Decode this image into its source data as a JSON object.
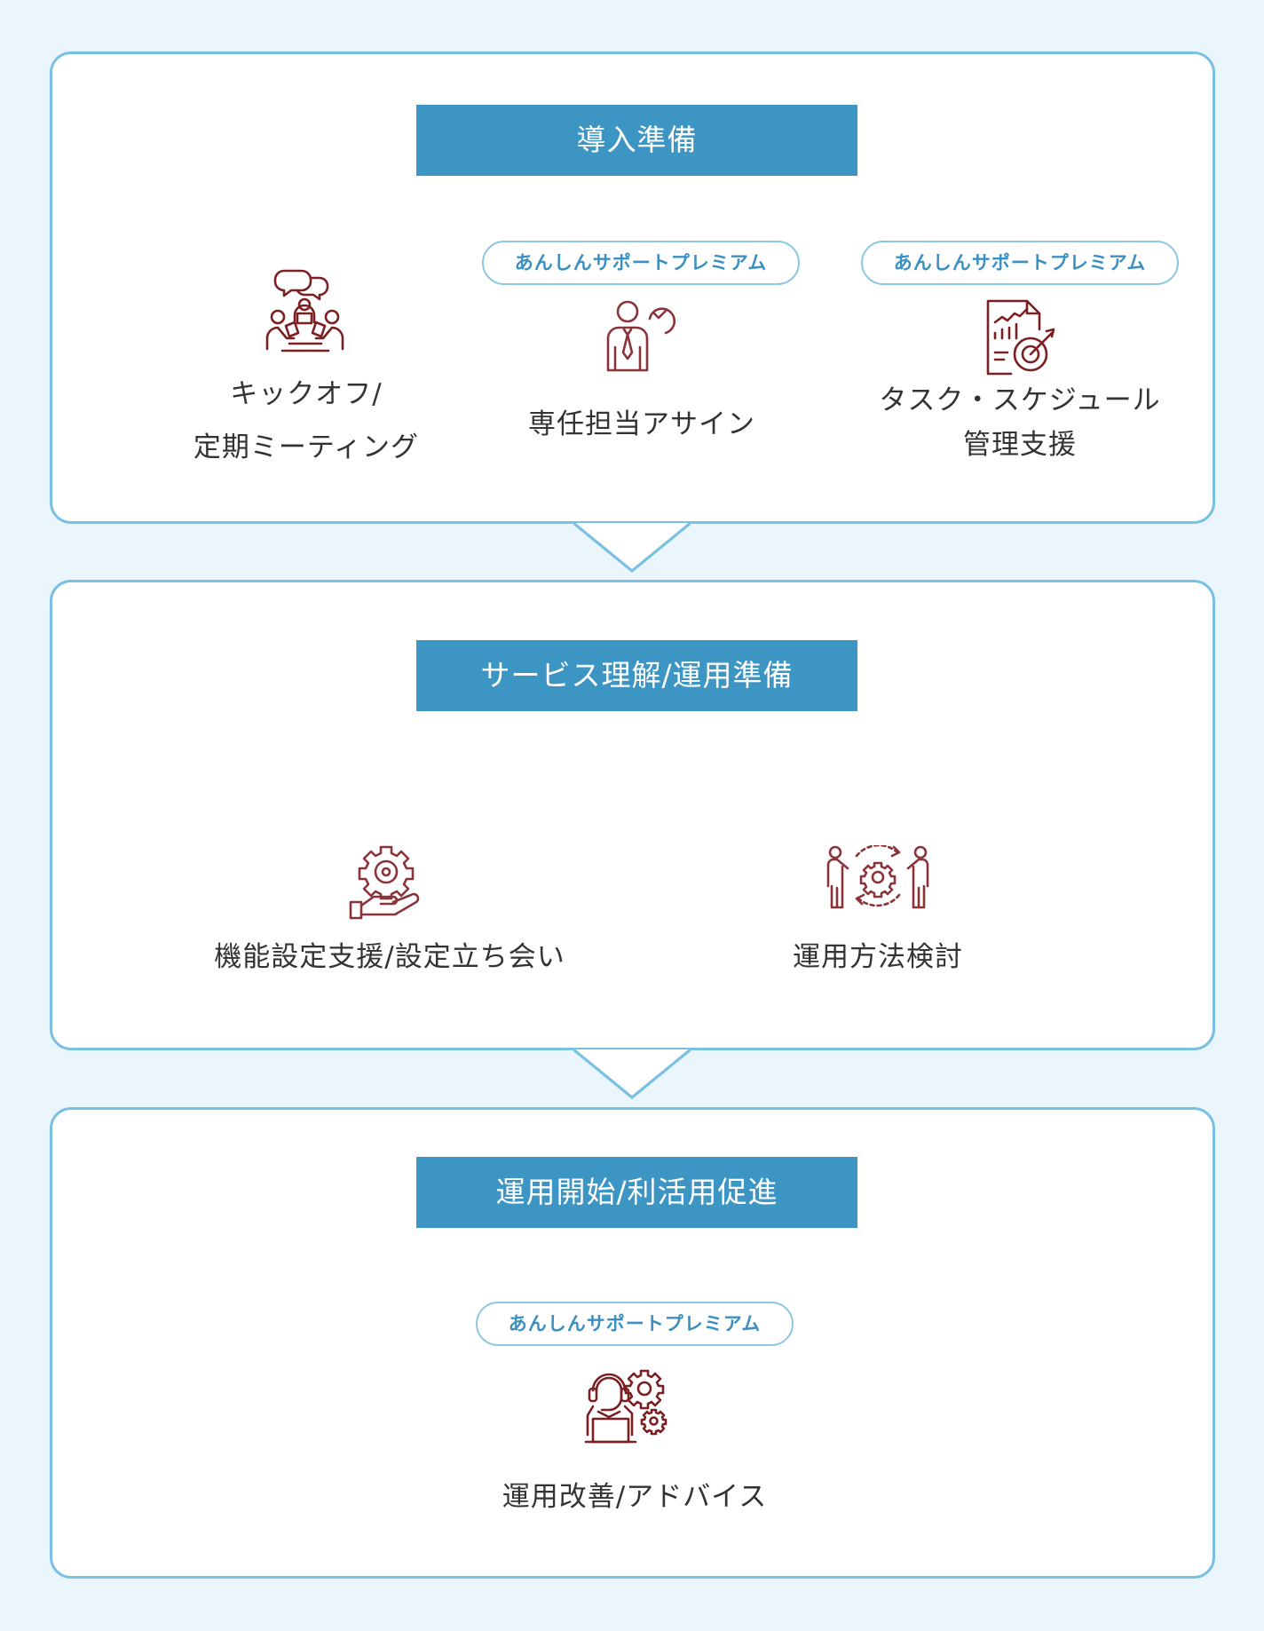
{
  "colors": {
    "page_background": "#eaf5fc",
    "card_border": "#7ac0e3",
    "header_background": "#3d95c3",
    "header_text": "#ffffff",
    "badge_text": "#3b8fc1",
    "badge_border": "#8cc6e3",
    "icon_stroke": "#8a343a",
    "label_text": "#333333"
  },
  "stages": [
    {
      "title": "導入準備",
      "items": [
        {
          "icon": "meeting-icon",
          "badge": null,
          "label_lines": [
            "キックオフ/",
            "定期ミーティング"
          ]
        },
        {
          "icon": "dedicated-staff-icon",
          "badge": "あんしんサポートプレミアム",
          "label_lines": [
            "専任担当アサイン"
          ]
        },
        {
          "icon": "task-schedule-icon",
          "badge": "あんしんサポートプレミアム",
          "label_lines": [
            "タスク・スケジュール",
            "管理支援"
          ]
        }
      ]
    },
    {
      "title": "サービス理解/運用準備",
      "items": [
        {
          "icon": "gear-hand-icon",
          "badge": null,
          "label_lines": [
            "機能設定支援/設定立ち会い"
          ]
        },
        {
          "icon": "people-gear-cycle-icon",
          "badge": null,
          "label_lines": [
            "運用方法検討"
          ]
        }
      ]
    },
    {
      "title": "運用開始/利活用促進",
      "items": [
        {
          "icon": "support-operator-gears-icon",
          "badge": "あんしんサポートプレミアム",
          "label_lines": [
            "運用改善/アドバイス"
          ]
        }
      ]
    }
  ]
}
